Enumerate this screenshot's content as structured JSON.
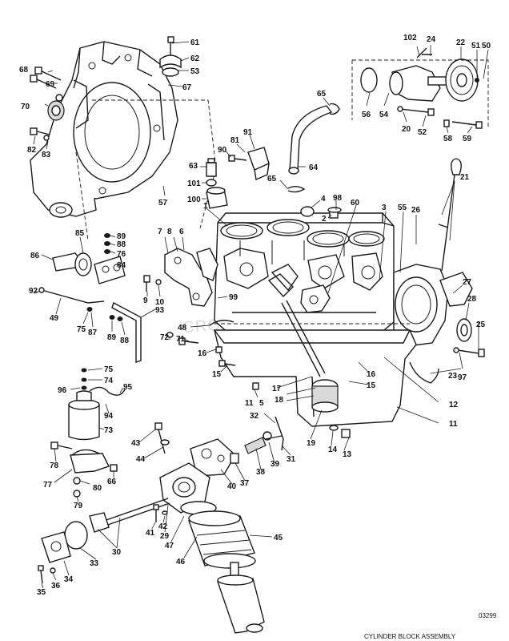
{
  "watermark": "CROWLEY MARINE",
  "drawing_code": "03299",
  "footer_title": "CYLINDER BLOCK ASSEMBLY",
  "callouts": [
    "1",
    "2",
    "3",
    "4",
    "5",
    "6",
    "7",
    "8",
    "9",
    "10",
    "11",
    "11",
    "12",
    "13",
    "14",
    "15",
    "15",
    "16",
    "16",
    "17",
    "18",
    "19",
    "20",
    "21",
    "22",
    "23",
    "24",
    "25",
    "26",
    "27",
    "28",
    "29",
    "30",
    "31",
    "32",
    "33",
    "34",
    "35",
    "36",
    "37",
    "38",
    "39",
    "40",
    "41",
    "42",
    "43",
    "44",
    "45",
    "46",
    "47",
    "48",
    "49",
    "50",
    "51",
    "52",
    "53",
    "54",
    "55",
    "56",
    "57",
    "58",
    "59",
    "60",
    "61",
    "62",
    "63",
    "64",
    "65",
    "65",
    "66",
    "67",
    "68",
    "69",
    "70",
    "71",
    "72",
    "73",
    "74",
    "75",
    "75",
    "76",
    "77",
    "78",
    "79",
    "80",
    "81",
    "82",
    "83",
    "84",
    "85",
    "86",
    "87",
    "88",
    "88",
    "89",
    "89",
    "90",
    "91",
    "92",
    "93",
    "94",
    "95",
    "96",
    "97",
    "98",
    "99",
    "100",
    "101",
    "102"
  ]
}
